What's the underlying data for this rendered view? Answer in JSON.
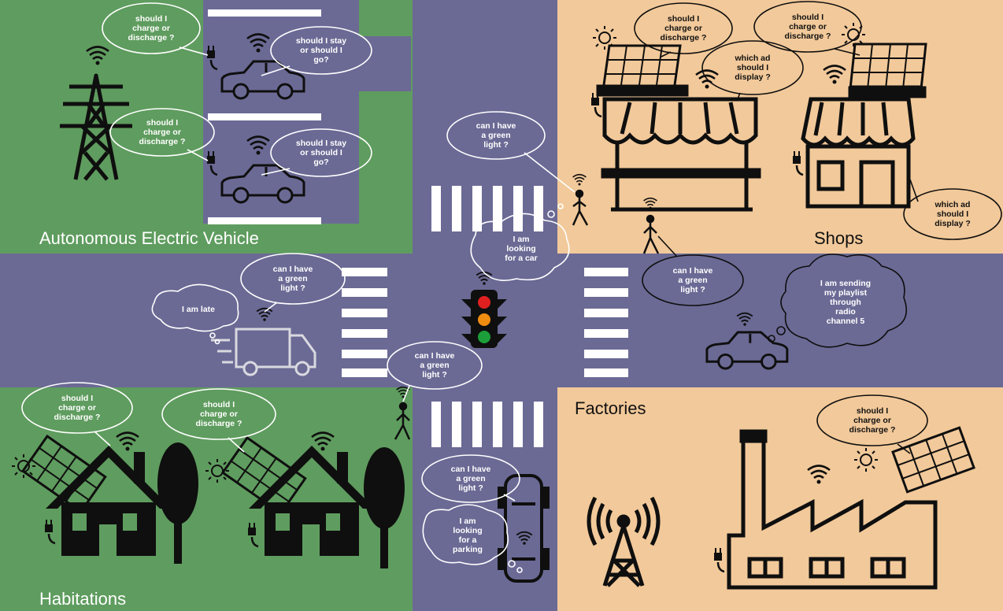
{
  "zones": {
    "aev": "Autonomous Electric Vehicle",
    "shops": "Shops",
    "habitations": "Habitations",
    "factories": "Factories"
  },
  "bubbles": {
    "tower_charge": "should I\ncharge or\ndischarge  ?",
    "pole_charge": "should I\ncharge or\ndischarge  ?",
    "ev1_stay": "should I stay\nor should I\ngo?",
    "ev2_stay": "should I stay\nor should I\ngo?",
    "shop1_charge": "should I\ncharge or\ndischarge  ?",
    "shop2_charge": "should I\ncharge or\ndischarge  ?",
    "shop1_ad": "which ad\nshould I\ndisplay  ?",
    "shop2_ad": "which ad\nshould I\ndisplay  ?",
    "ped_top_green": "can I have\na green\nlight ?",
    "ped_shop_green": "can I have\na green\nlight ?",
    "car_search": "I am\nlooking\nfor a car",
    "truck_green": "can I have\na green\nlight ?",
    "truck_late": "I am late",
    "car_playlist": "I am sending\nmy playlist\nthrough\nradio\nchannel 5",
    "ped_bottom_green": "can I have\na green\nlight ?",
    "house1_charge": "should I\ncharge or\ndischarge  ?",
    "house2_charge": "should I\ncharge or\ndischarge  ?",
    "parking_green": "can I have\na green\nlight ?",
    "parking_search": "I am\nlooking\nfor a\nparking",
    "factory_charge": "should I\ncharge or\ndischarge  ?"
  },
  "colors": {
    "road": "#6b6a95",
    "green_zone": "#5f9c5f",
    "peach_zone": "#f2c99a",
    "icon_dark": "#0f0f0f",
    "marking": "#ffffff",
    "light_red": "#e02020",
    "light_amber": "#f08c10",
    "light_green": "#1c9e3a"
  }
}
